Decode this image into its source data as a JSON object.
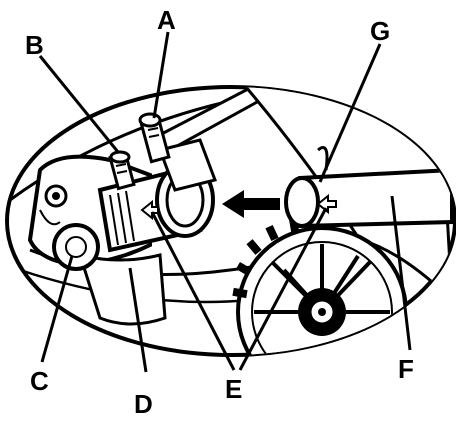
{
  "diagram": {
    "callouts": {
      "a": "A",
      "b": "B",
      "c": "C",
      "d": "D",
      "e": "E",
      "f": "F",
      "g": "G"
    }
  },
  "colors": {
    "ink": "#000000",
    "paper": "#ffffff"
  },
  "icons": {
    "direction_arrow": "arrow-left-icon",
    "alignment_marks": "small-arrow-icon"
  }
}
